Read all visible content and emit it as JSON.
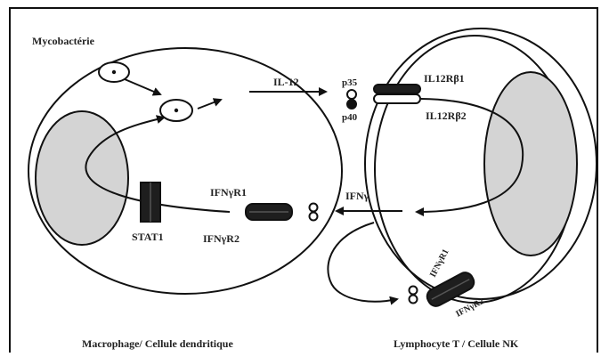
{
  "labels": {
    "mycobacterie": "Mycobactérie",
    "il12": "IL-12",
    "p35": "p35",
    "p40": "p40",
    "il12rb1": "IL12Rβ1",
    "il12rb2": "IL12Rβ2",
    "ifngr1_macro": "IFNγR1",
    "ifngr2_macro": "IFNγR2",
    "stat1": "STAT1",
    "ifng": "IFNγ",
    "ifngr1_lympho": "IFNγR1",
    "ifngr2_lympho": "IFNγR2",
    "macrophage_caption": "Macrophage/ Cellule dendritique",
    "lymphocyte_caption": "Lymphocyte T / Cellule NK"
  },
  "colors": {
    "line": "#111111",
    "nucleus_fill": "#d4d4d4",
    "receptor_fill": "#1e1e1e"
  }
}
